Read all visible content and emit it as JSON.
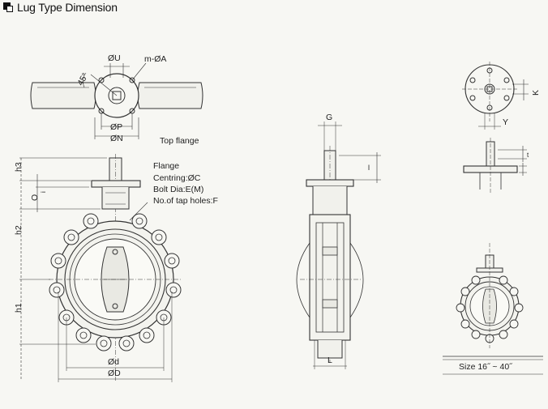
{
  "title": "Lug Type Dimension",
  "labels": {
    "dia_u": "ØU",
    "bolt_holes": "m-ØA",
    "angle": "45°",
    "dia_p": "ØP",
    "dia_n": "ØN",
    "top_flange": "Top flange",
    "flange": "Flange",
    "centring": "Centring:ØC",
    "bolt_dia": "Bolt Dia:E(M)",
    "tap_holes": "No.of tap holes:F",
    "h3": "h3",
    "h2": "h2",
    "h1": "h1",
    "o": "O",
    "i_small": "i",
    "dia_d_small": "Ød",
    "dia_d_large": "ØD",
    "g": "G",
    "l": "L",
    "l_small": "l",
    "k": "K",
    "y": "Y",
    "t": "t",
    "size_range": "Size 16˝ ~ 40˝"
  }
}
